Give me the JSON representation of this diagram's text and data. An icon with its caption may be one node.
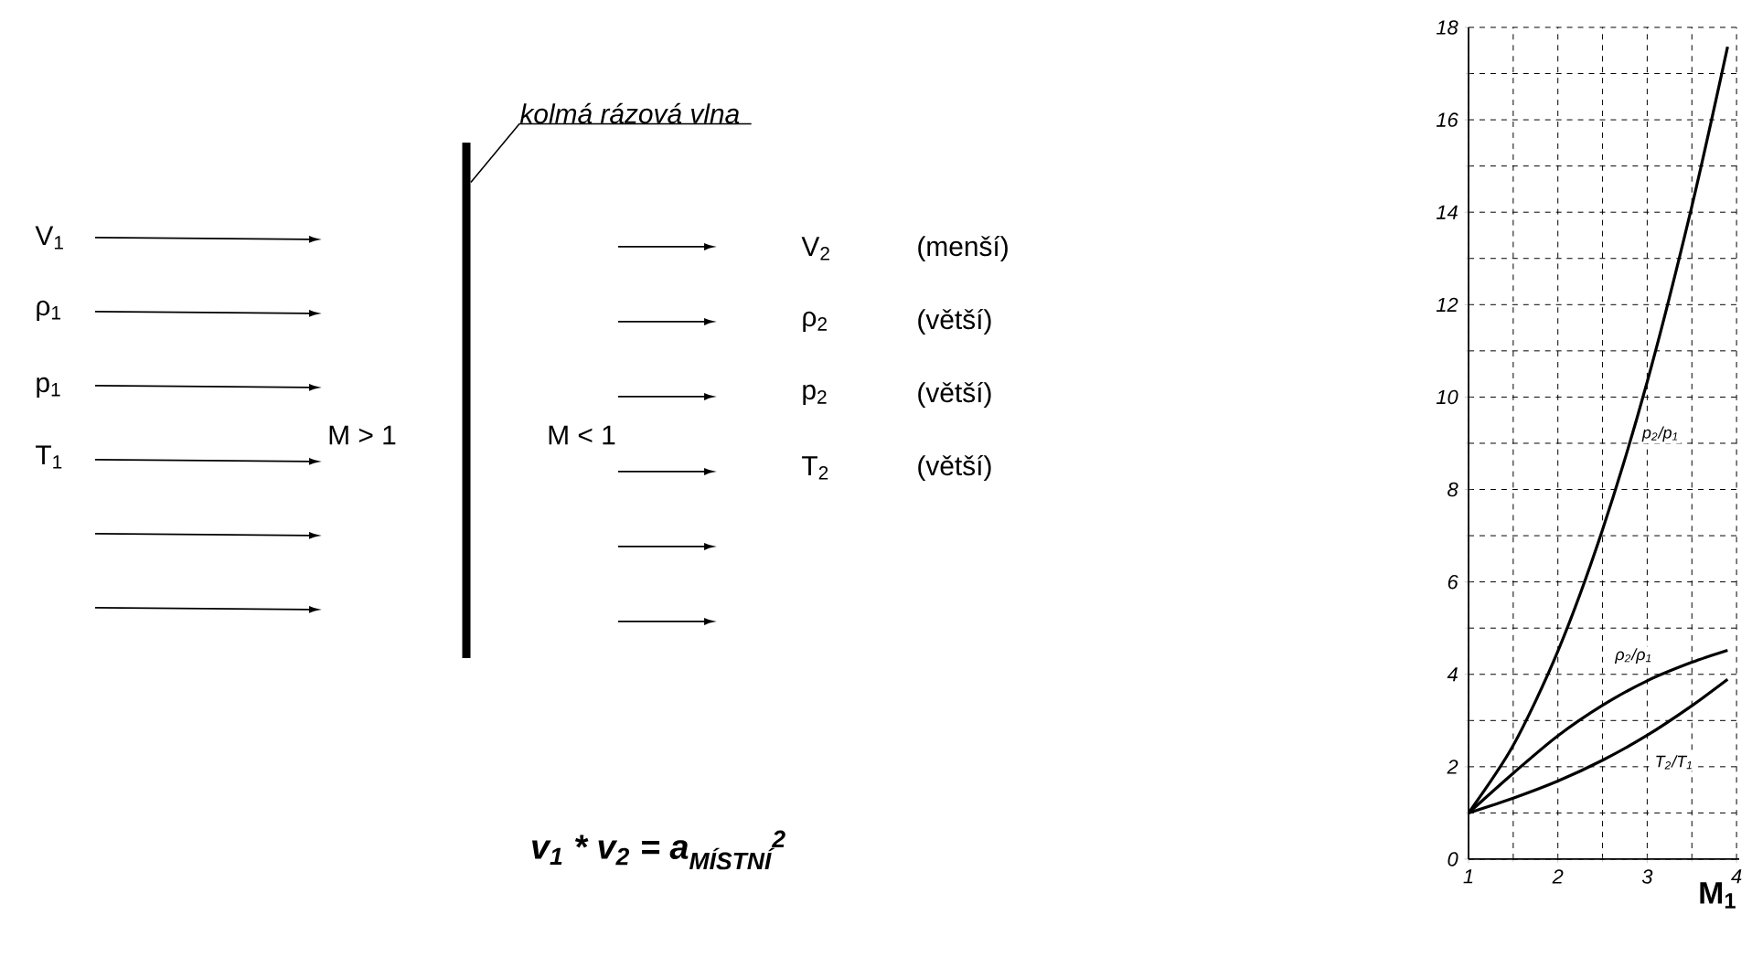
{
  "diagram": {
    "nodes": [
      {
        "text": [
          "kolmá rázová vlna"
        ]
      },
      {
        "text": [],
        "shape": "bar"
      }
    ],
    "edges": [
      {
        "from": 0,
        "to": 1,
        "arrow": "none"
      }
    ],
    "labels": [
      "V$_{1}$",
      "ρ$_{1}$",
      "p$_{1}$",
      "T$_{1}$",
      "M > 1",
      "M < 1",
      "V$_{2}$",
      "(menší)",
      "ρ$_{2}$",
      "(větší)",
      "p$_{2}$",
      "(větší)",
      "T$_{2}$",
      "(větší)",
      "v$_{1}$ * v$_{2}$ = a$_{MÍSTNÍ}$$^{2}$"
    ],
    "chart_data": {
      "type": "line",
      "grid": true,
      "xlabel": "M$_{1}$",
      "x": [
        1,
        1.5,
        2,
        2.5,
        3,
        3.5,
        3.9
      ],
      "series": [
        {
          "name": "p$_{2}$/p$_{1}$",
          "color": "#000000",
          "values": [
            1,
            2.46,
            4.5,
            7.13,
            10.33,
            14.13,
            17.58
          ]
        },
        {
          "name": "ρ$_{2}$/ρ$_{1}$",
          "color": "#000000",
          "values": [
            1,
            1.86,
            2.67,
            3.33,
            3.86,
            4.26,
            4.52
          ]
        },
        {
          "name": "T$_{2}$/T$_{1}$",
          "color": "#000000",
          "values": [
            1,
            1.32,
            1.69,
            2.14,
            2.68,
            3.32,
            3.89
          ]
        }
      ],
      "xlim": [
        1,
        4.03
      ],
      "ylim": [
        0,
        18
      ],
      "xticks": [
        1,
        2,
        3,
        4
      ],
      "yticks": [
        0,
        2,
        4,
        6,
        8,
        10,
        12,
        14,
        16,
        18
      ]
    }
  }
}
